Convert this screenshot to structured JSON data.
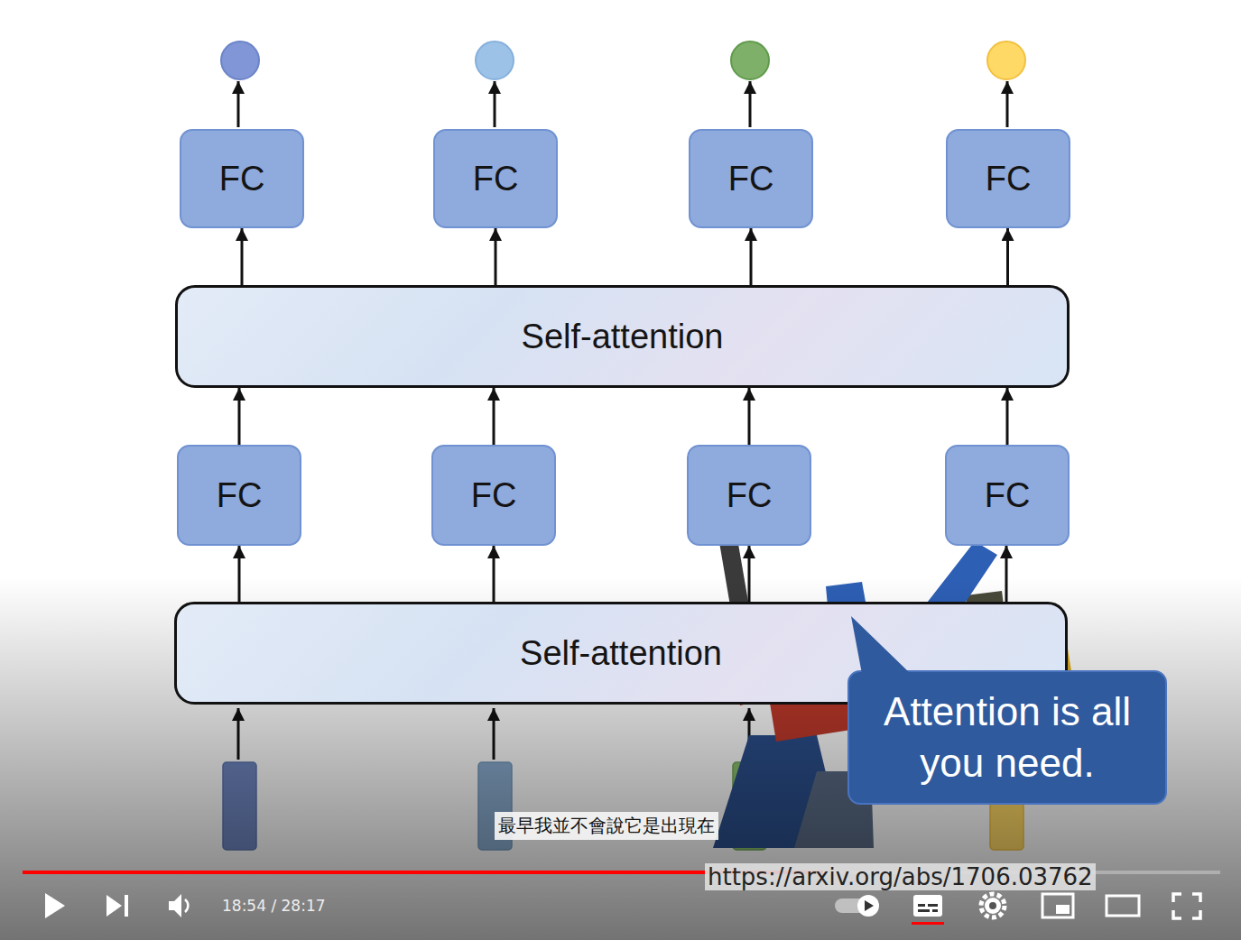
{
  "diagram": {
    "nodes": [
      {
        "text": [
          "FC"
        ]
      },
      {
        "text": [
          "FC"
        ]
      },
      {
        "text": [
          "FC"
        ]
      },
      {
        "text": [
          "FC"
        ]
      },
      {
        "text": [
          "Self-attention"
        ]
      },
      {
        "text": [
          "FC"
        ]
      },
      {
        "text": [
          "FC"
        ]
      },
      {
        "text": [
          "FC"
        ]
      },
      {
        "text": [
          "FC"
        ]
      },
      {
        "text": [
          "Self-attention"
        ]
      },
      {
        "text": [
          "Attention is all you need."
        ]
      }
    ],
    "edges": [
      {
        "from": 9,
        "to": 5,
        "arrow": "to"
      },
      {
        "from": 9,
        "to": 6,
        "arrow": "to"
      },
      {
        "from": 9,
        "to": 7,
        "arrow": "to"
      },
      {
        "from": 9,
        "to": 8,
        "arrow": "to"
      },
      {
        "from": 5,
        "to": 4,
        "arrow": "to"
      },
      {
        "from": 6,
        "to": 4,
        "arrow": "to"
      },
      {
        "from": 7,
        "to": 4,
        "arrow": "to"
      },
      {
        "from": 8,
        "to": 4,
        "arrow": "to"
      },
      {
        "from": 4,
        "to": 0,
        "arrow": "to"
      },
      {
        "from": 4,
        "to": 1,
        "arrow": "to"
      },
      {
        "from": 4,
        "to": 2,
        "arrow": "to"
      },
      {
        "from": 4,
        "to": 3,
        "arrow": "to"
      }
    ],
    "labels": [
      "最早我並不會說它是出現在",
      "https://arxiv.org/abs/1706.03762",
      "18:54 / 28:17"
    ]
  }
}
